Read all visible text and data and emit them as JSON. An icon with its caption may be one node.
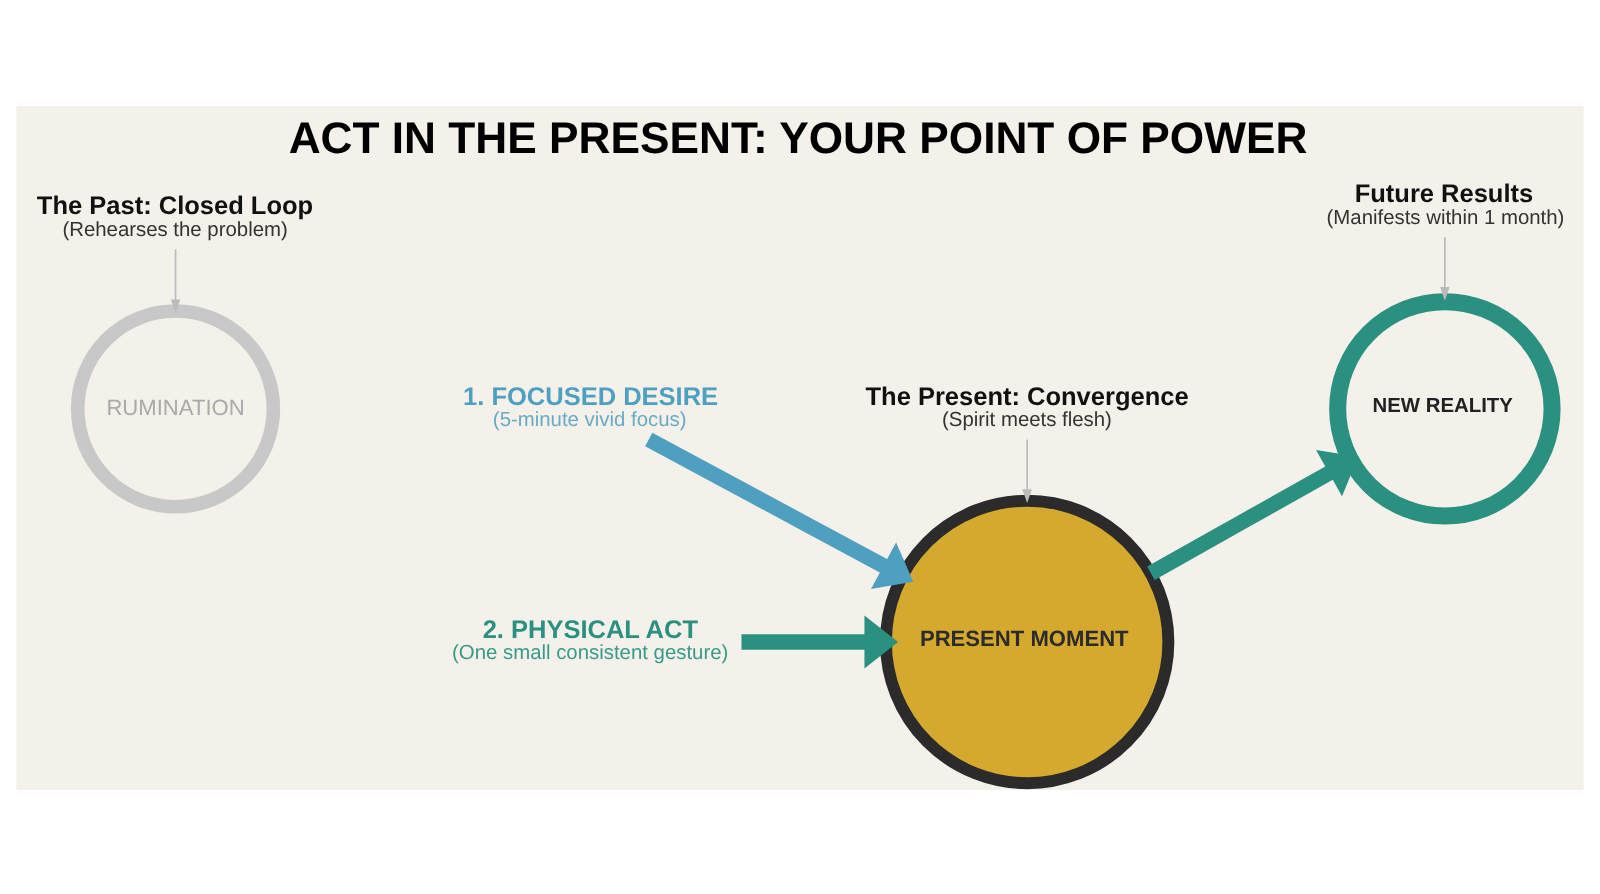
{
  "diagram": {
    "title": "ACT IN THE PRESENT: YOUR POINT OF POWER",
    "nodes": [
      {
        "text": [
          "RUMINATION"
        ]
      },
      {
        "text": [
          "The Past: Closed Loop",
          "(Rehearses the problem)"
        ]
      },
      {
        "text": [
          "1. FOCUSED DESIRE",
          "(5-minute vivid focus)"
        ]
      },
      {
        "text": [
          "The Present: Convergence",
          "(Spirit meets flesh)"
        ]
      },
      {
        "text": [
          "PRESENT MOMENT"
        ]
      },
      {
        "text": [
          "2. PHYSICAL ACT",
          "(One small consistent gesture)"
        ]
      },
      {
        "text": [
          "NEW REALITY"
        ]
      },
      {
        "text": [
          "Future Results",
          "(Manifests within 1 month)"
        ]
      }
    ],
    "edges": [
      {
        "from": 1,
        "to": 0,
        "arrow": "to",
        "color": "#bbbbbb"
      },
      {
        "from": 2,
        "to": 4,
        "arrow": "to",
        "style": "thick",
        "color": "#4f9fc0"
      },
      {
        "from": 3,
        "to": 4,
        "arrow": "to",
        "color": "#bbbbbb"
      },
      {
        "from": 5,
        "to": 4,
        "arrow": "to",
        "style": "thick",
        "color": "#2a9080"
      },
      {
        "from": 4,
        "to": 6,
        "arrow": "to",
        "style": "thick",
        "color": "#2a9080"
      },
      {
        "from": 7,
        "to": 6,
        "arrow": "to",
        "color": "#bbbbbb"
      }
    ]
  }
}
